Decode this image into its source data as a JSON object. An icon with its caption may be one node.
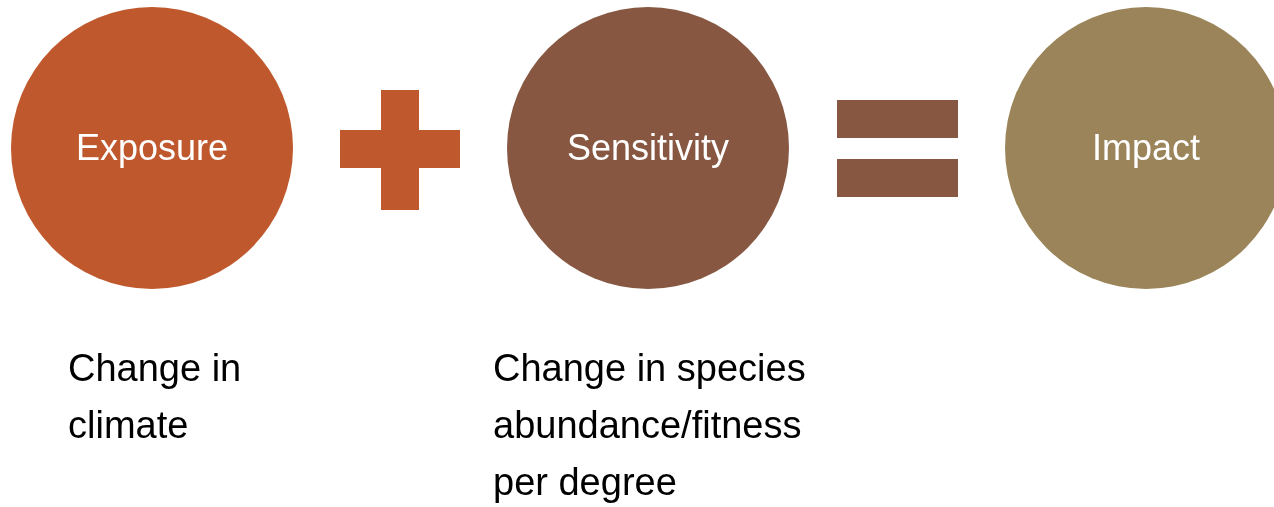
{
  "diagram": {
    "nodes": [
      {
        "text": [
          "Exposure"
        ],
        "beside": [
          "Change in climate"
        ]
      },
      {
        "text": [],
        "shape": "plus"
      },
      {
        "text": [
          "Sensitivity"
        ],
        "beside": [
          "Change in species abundance/fitness per degree"
        ]
      },
      {
        "text": [],
        "shape": "equals"
      },
      {
        "text": [
          "Impact"
        ]
      }
    ]
  }
}
